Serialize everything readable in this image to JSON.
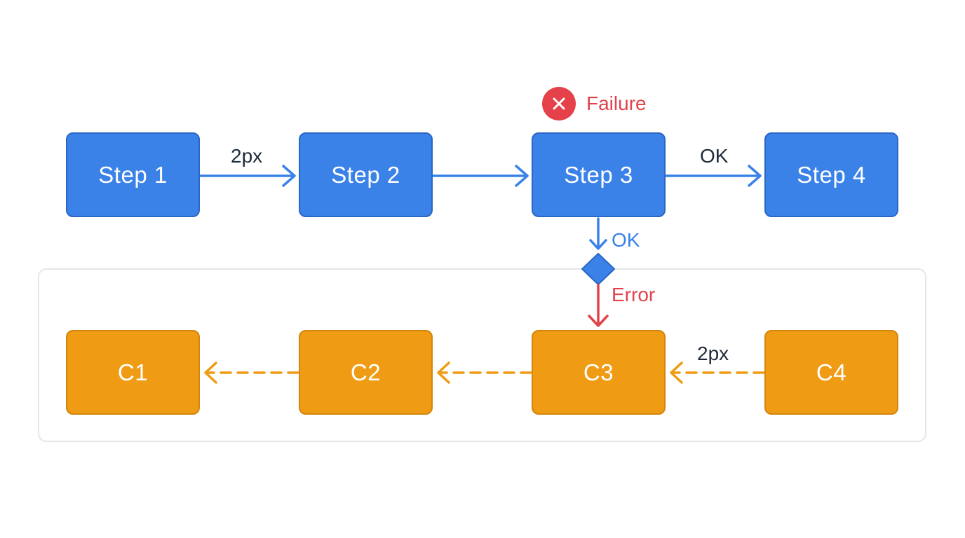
{
  "colors": {
    "primary": "#3b82e8",
    "primary_border": "#2a66c4",
    "secondary": "#ef9c14",
    "secondary_border": "#d4850b",
    "error": "#e2434b",
    "text_dark": "#1f2a3a",
    "group_border": "#e3e6ea"
  },
  "top_row": {
    "nodes": [
      "Step 1",
      "Step 2",
      "Step 3",
      "Step 4"
    ]
  },
  "bottom_row": {
    "nodes": [
      "C1",
      "C2",
      "C3",
      "C4"
    ]
  },
  "labels": {
    "step1_to_step2": "2px",
    "step3_to_step4": "OK",
    "step3_down": "OK",
    "decision_error": "Error",
    "c4_to_c3": "2px",
    "failure": "Failure"
  },
  "icons": {
    "failure": "close-circle-icon",
    "decision": "diamond-decision-icon"
  }
}
